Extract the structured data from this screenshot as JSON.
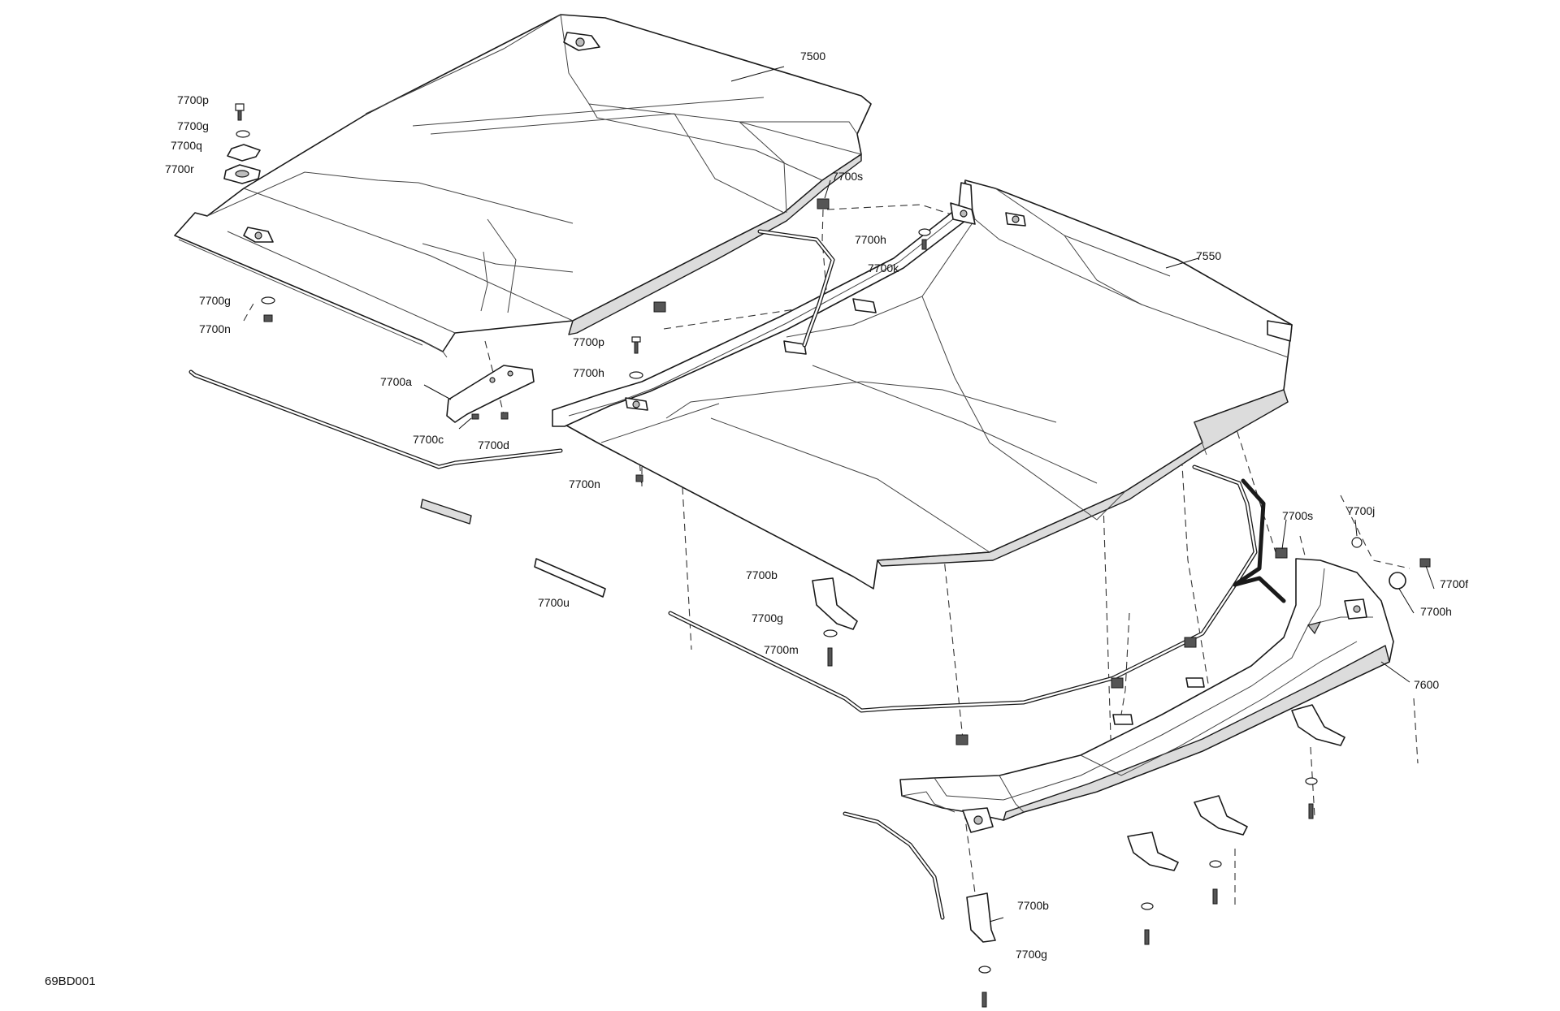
{
  "figure_id": "69BD001",
  "callouts": {
    "roof_front": "7500",
    "roof_rear": "7550",
    "visor": "7600",
    "bracket_a": "7700a",
    "clip_b_top": "7700b",
    "clip_b_bottom": "7700b",
    "screw_c": "7700c",
    "nut_d": "7700d",
    "bolt_f": "7700f",
    "washer_g_1": "7700g",
    "washer_g_2": "7700g",
    "washer_g_3": "7700g",
    "washer_g_4": "7700g",
    "washer_h_1": "7700h",
    "washer_h_2": "7700h",
    "washer_h_3": "7700h",
    "nut_j": "7700j",
    "screw_k": "7700k",
    "screw_m": "7700m",
    "nut_n_1": "7700n",
    "nut_n_2": "7700n",
    "screw_p_1": "7700p",
    "screw_p_2": "7700p",
    "plate_q": "7700q",
    "grommet_r": "7700r",
    "clip_s_1": "7700s",
    "clip_s_2": "7700s",
    "strip_u": "7700u"
  }
}
